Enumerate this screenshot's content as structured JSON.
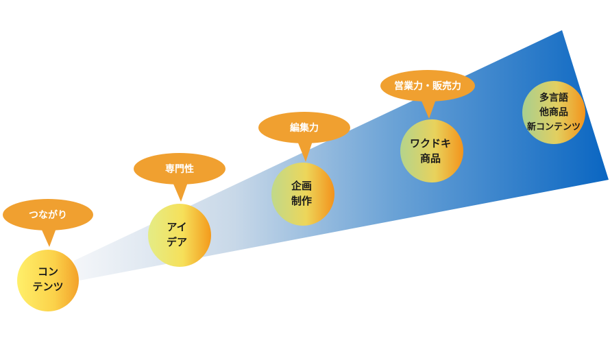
{
  "stages": [
    {
      "tag": "つながり",
      "lines": [
        "コン",
        "テンツ"
      ]
    },
    {
      "tag": "専門性",
      "lines": [
        "アイ",
        "デア"
      ]
    },
    {
      "tag": "編集力",
      "lines": [
        "企画",
        "制作"
      ]
    },
    {
      "tag": "営業力・販売力",
      "lines": [
        "ワクドキ",
        "商品"
      ]
    },
    {
      "tag": "",
      "lines": [
        "多言語",
        "他商品",
        "新コンテンツ"
      ]
    }
  ],
  "colors": {
    "wedge_start": "#e8eef5",
    "wedge_end": "#0a6cc4",
    "bubble": "#f0a030",
    "circle_light": "#fff27a",
    "circle_dark": "#f39a1c",
    "circle_green": "#b8d68a"
  }
}
